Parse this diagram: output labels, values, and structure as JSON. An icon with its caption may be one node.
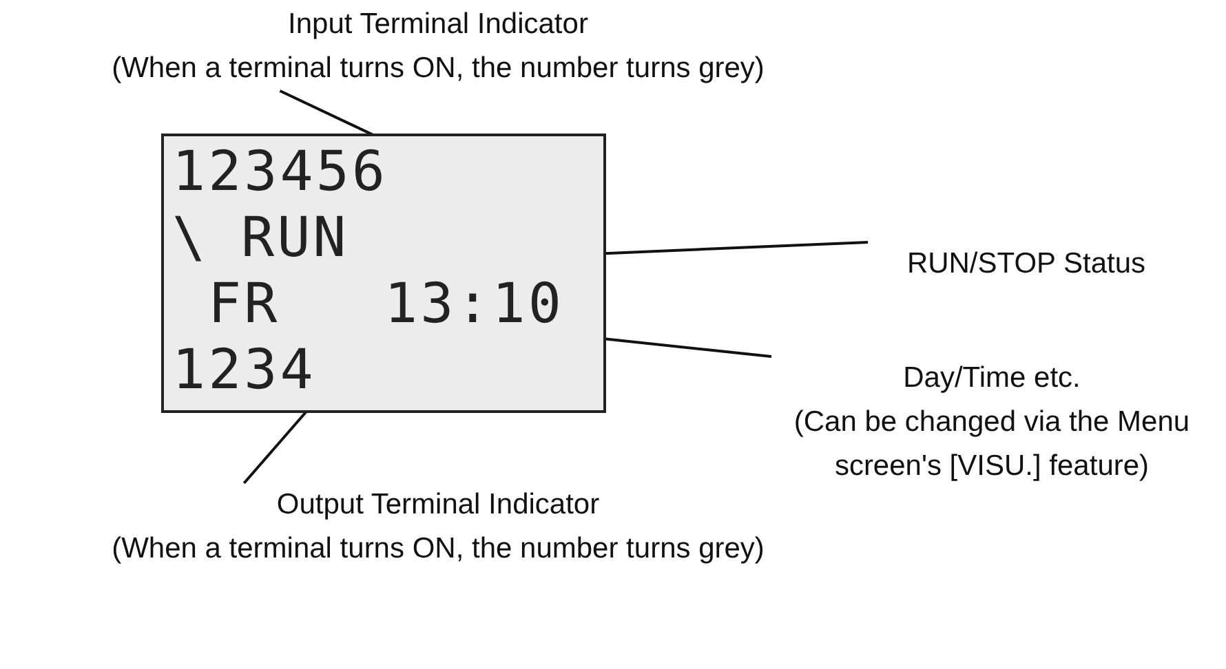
{
  "diagram": {
    "nodes": [
      {
        "text": [],
        "shape": "box"
      },
      {
        "text": [
          "123456"
        ],
        "in": 0
      },
      {
        "text": [
          "\\"
        ],
        "in": 0
      },
      {
        "text": [
          "RUN"
        ],
        "in": 0
      },
      {
        "text": [
          "FR"
        ],
        "in": 0
      },
      {
        "text": [
          "13:10"
        ],
        "in": 0
      },
      {
        "text": [
          "1234"
        ],
        "in": 0
      },
      {
        "text": [
          "Input Terminal Indicator",
          "(When a terminal turns ON, the number turns grey)"
        ]
      },
      {
        "text": [
          "RUN/STOP Status"
        ]
      },
      {
        "text": [
          "Day/Time etc.",
          "(Can be changed via the Menu screen's [VISU.] feature)"
        ]
      },
      {
        "text": [
          "Output Terminal Indicator",
          "(When a terminal turns ON, the number turns grey)"
        ]
      }
    ],
    "edges": [
      {
        "from": 7,
        "to": 1,
        "arrow": "none"
      },
      {
        "from": 8,
        "to": 3,
        "arrow": "none"
      },
      {
        "from": 9,
        "to": 5,
        "arrow": "none"
      },
      {
        "from": 10,
        "to": 6,
        "arrow": "none"
      }
    ]
  }
}
